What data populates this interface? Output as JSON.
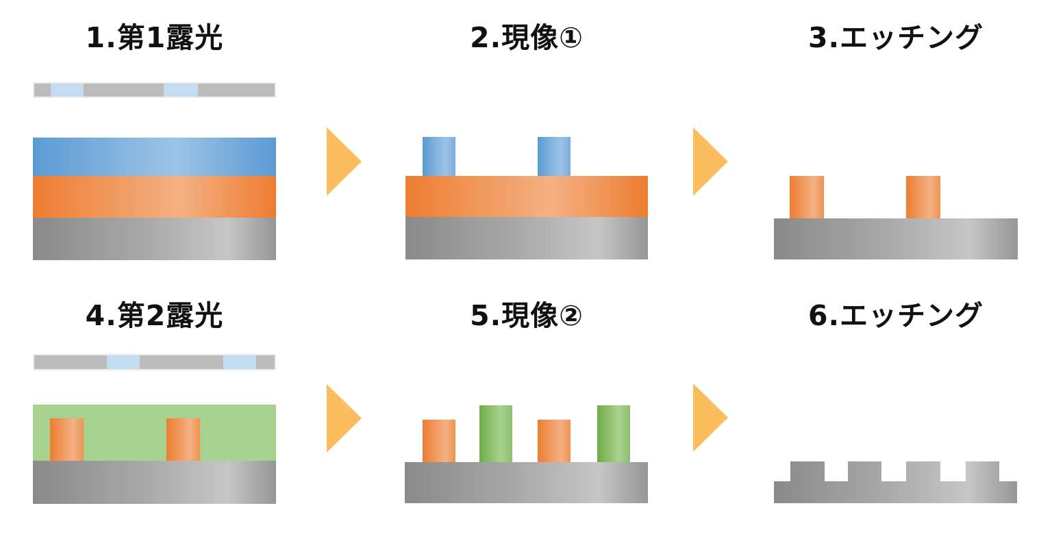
{
  "steps": [
    {
      "label": "1.第1露光"
    },
    {
      "label": "2.現像①"
    },
    {
      "label": "3.エッチング"
    },
    {
      "label": "4.第2露光"
    },
    {
      "label": "5.現像②"
    },
    {
      "label": "6.エッチング"
    }
  ],
  "icons": {
    "process_arrow": "right-triangle-arrow"
  },
  "colors": {
    "background": "#FFFFFF",
    "title-text": "#111111",
    "mask-gray": "#BCBCBC",
    "mask-opening-blue": "#C3DCF1",
    "mask-border": "#ECECEC",
    "resist-blue": "#5B9BD5",
    "resist-blue-light": "#9DC3E6",
    "layer-orange": "#ED7D31",
    "layer-orange-light": "#F4B183",
    "layer-green": "#A9D18E",
    "layer-green-dark": "#70AD47",
    "substrate-dark": "#8A8A8A",
    "substrate-mid": "#A8A8A8",
    "substrate-light": "#C6C6C6",
    "arrow-amber": "#FBBE5E"
  }
}
